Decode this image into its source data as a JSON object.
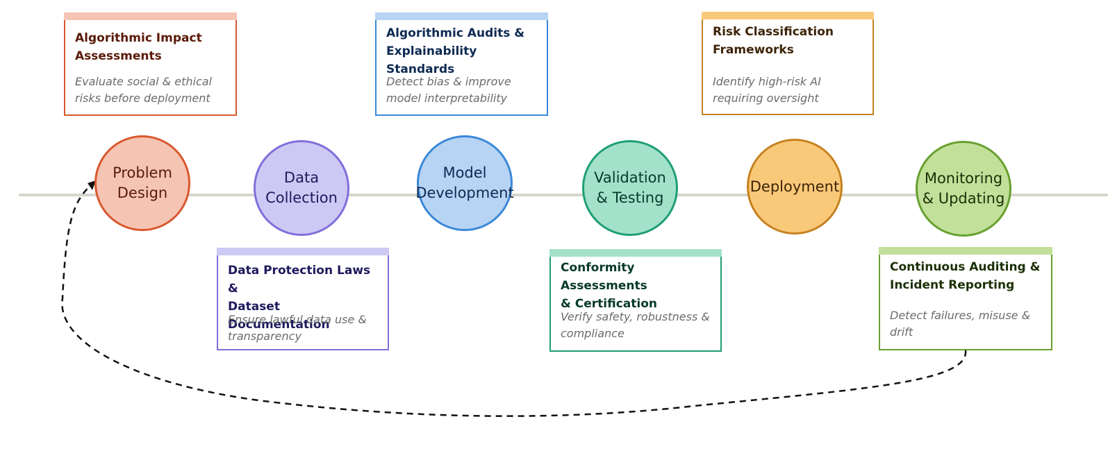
{
  "colors": {
    "axis": "#d8d6cc",
    "loop_arrow": "#111111",
    "desc_text": "#6b6b6b"
  },
  "stages": [
    {
      "id": "problem-design",
      "label": "Problem\nDesign",
      "fill": "#f5c4b3",
      "stroke": "#d9582e",
      "text": "#5a1a08"
    },
    {
      "id": "data-collection",
      "label": "Data\nCollection",
      "fill": "#cdc9f4",
      "stroke": "#7f6fdb",
      "text": "#1f1a5c"
    },
    {
      "id": "model-development",
      "label": "Model\nDevelopment",
      "fill": "#b7d4f4",
      "stroke": "#3b88d8",
      "text": "#0d2a52"
    },
    {
      "id": "validation-testing",
      "label": "Validation\n& Testing",
      "fill": "#a3e1ca",
      "stroke": "#1e9e75",
      "text": "#06392a"
    },
    {
      "id": "deployment",
      "label": "Deployment",
      "fill": "#f9c97a",
      "stroke": "#c6811f",
      "text": "#3d2306"
    },
    {
      "id": "monitoring-updating",
      "label": "Monitoring\n& Updating",
      "fill": "#c2e09a",
      "stroke": "#67a02e",
      "text": "#1b3006"
    }
  ],
  "cards": [
    {
      "id": "algorithmic-impact-assessments",
      "title": "Algorithmic Impact\nAssessments",
      "description": "Evaluate social & ethical\nrisks before deployment",
      "bar": "#f5c4b3",
      "stroke": "#d9582e",
      "title_color": "#5a1a08"
    },
    {
      "id": "algorithmic-audits",
      "title": "Algorithmic Audits &\nExplainability Standards",
      "description": "Detect bias & improve\nmodel interpretability",
      "bar": "#b7d4f4",
      "stroke": "#3b88d8",
      "title_color": "#0d2a52"
    },
    {
      "id": "risk-classification",
      "title": "Risk Classification\nFrameworks",
      "description": "Identify high-risk AI\nrequiring oversight",
      "bar": "#f9c97a",
      "stroke": "#c6811f",
      "title_color": "#3d2306"
    },
    {
      "id": "data-protection",
      "title": "Data Protection Laws &\nDataset Documentation",
      "description": "Ensure lawful data use &\ntransparency",
      "bar": "#cdc9f4",
      "stroke": "#7f6fdb",
      "title_color": "#1f1a5c"
    },
    {
      "id": "conformity-assessments",
      "title": "Conformity Assessments\n& Certification",
      "description": "Verify safety, robustness &\ncompliance",
      "bar": "#a3e1ca",
      "stroke": "#1e9e75",
      "title_color": "#06392a"
    },
    {
      "id": "continuous-auditing",
      "title": "Continuous Auditing &\nIncident Reporting",
      "description": "Detect failures, misuse &\ndrift",
      "bar": "#c2e09a",
      "stroke": "#67a02e",
      "title_color": "#1b3006"
    }
  ]
}
